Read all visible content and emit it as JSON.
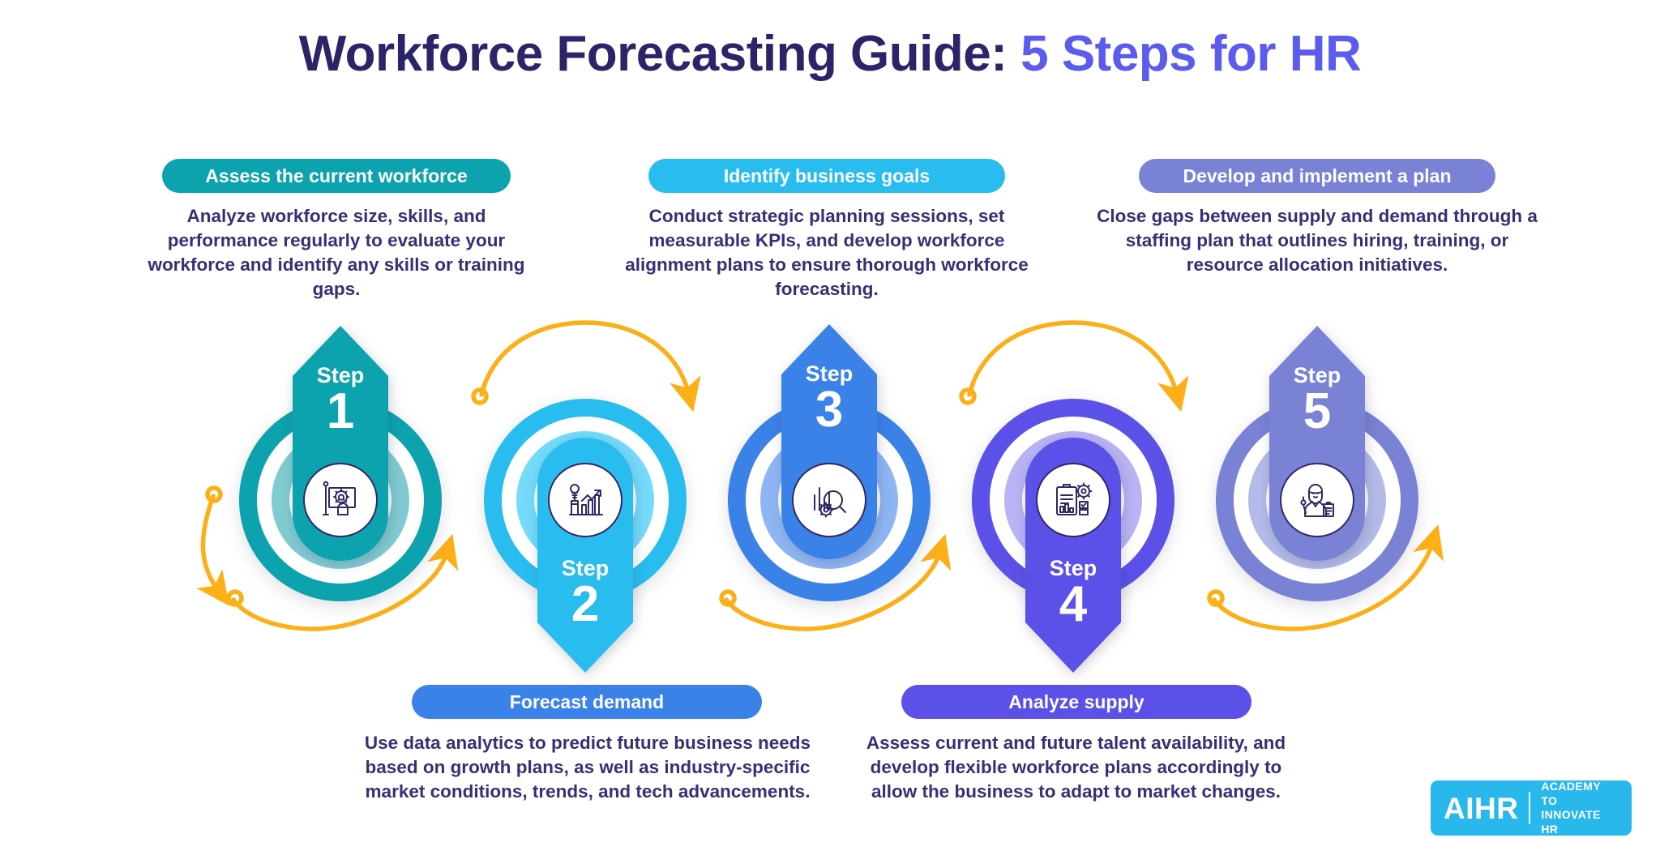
{
  "title": {
    "part1": "Workforce Forecasting Guide:",
    "part2": "5 Steps for HR",
    "color1": "#2C2468",
    "color2": "#5B5BEE"
  },
  "accent": {
    "arrow_orange": "#FCAF17",
    "text_purple": "#3A2E74",
    "icon_stroke": "#342763"
  },
  "steps": [
    {
      "number": "1",
      "step_word": "Step",
      "pill_label": "Assess the current workforce",
      "description": "Analyze workforce size, skills, and performance regularly to evaluate your workforce and identify any skills or training gaps.",
      "color": "#0DA3AE",
      "ring_outer": "#0DA3AE",
      "ring_inner": "#80CBD2",
      "direction": "up",
      "icon": "presentation-gear-head-icon"
    },
    {
      "number": "2",
      "step_word": "Step",
      "pill_label": "Forecast demand",
      "description": "Use data analytics to predict future business needs based on growth plans, as well as industry-specific market conditions, trends, and tech advancements.",
      "color": "#29BDEF",
      "ring_outer": "#29BDEF",
      "ring_inner": "#74DBFB",
      "direction": "down",
      "icon": "bar-chart-growth-bulb-icon"
    },
    {
      "number": "3",
      "step_word": "Step",
      "pill_label": "Identify business goals",
      "description": "Conduct strategic planning sessions, set measurable KPIs, and develop workforce alignment plans to ensure thorough workforce forecasting.",
      "color": "#3B82E8",
      "ring_outer": "#3B82E8",
      "ring_inner": "#8FB6F4",
      "direction": "up",
      "icon": "magnifier-chart-gear-icon"
    },
    {
      "number": "4",
      "step_word": "Step",
      "pill_label": "Analyze supply",
      "description": "Assess current and future talent availability, and develop flexible workforce plans accordingly to allow the business to adapt to market changes.",
      "color": "#5B51E8",
      "ring_outer": "#5B51E8",
      "ring_inner": "#B8B4F5",
      "direction": "down",
      "icon": "clipboard-checklist-gear-icon"
    },
    {
      "number": "5",
      "step_word": "Step",
      "pill_label": "Develop and implement a plan",
      "description": "Close gaps between supply and demand through a staffing plan that outlines hiring, training, or resource allocation initiatives.",
      "color": "#7A82D6",
      "ring_outer": "#7A82D6",
      "ring_inner": "#B4BBE8",
      "direction": "up",
      "icon": "hr-person-clipboard-icon"
    }
  ],
  "pills_top": [
    {
      "label": "Assess the current workforce",
      "color": "#0DA3AE"
    },
    {
      "label": "Identify business goals",
      "color": "#29BDEF"
    },
    {
      "label": "Develop and implement a plan",
      "color": "#7A82D6"
    }
  ],
  "pills_bottom": [
    {
      "label": "Forecast demand",
      "color": "#3B82E8"
    },
    {
      "label": "Analyze supply",
      "color": "#5B51E8"
    }
  ],
  "logo": {
    "brand": "AIHR",
    "tagline_line1": "ACADEMY TO",
    "tagline_line2": "INNOVATE HR",
    "background": "#29B8EC"
  }
}
